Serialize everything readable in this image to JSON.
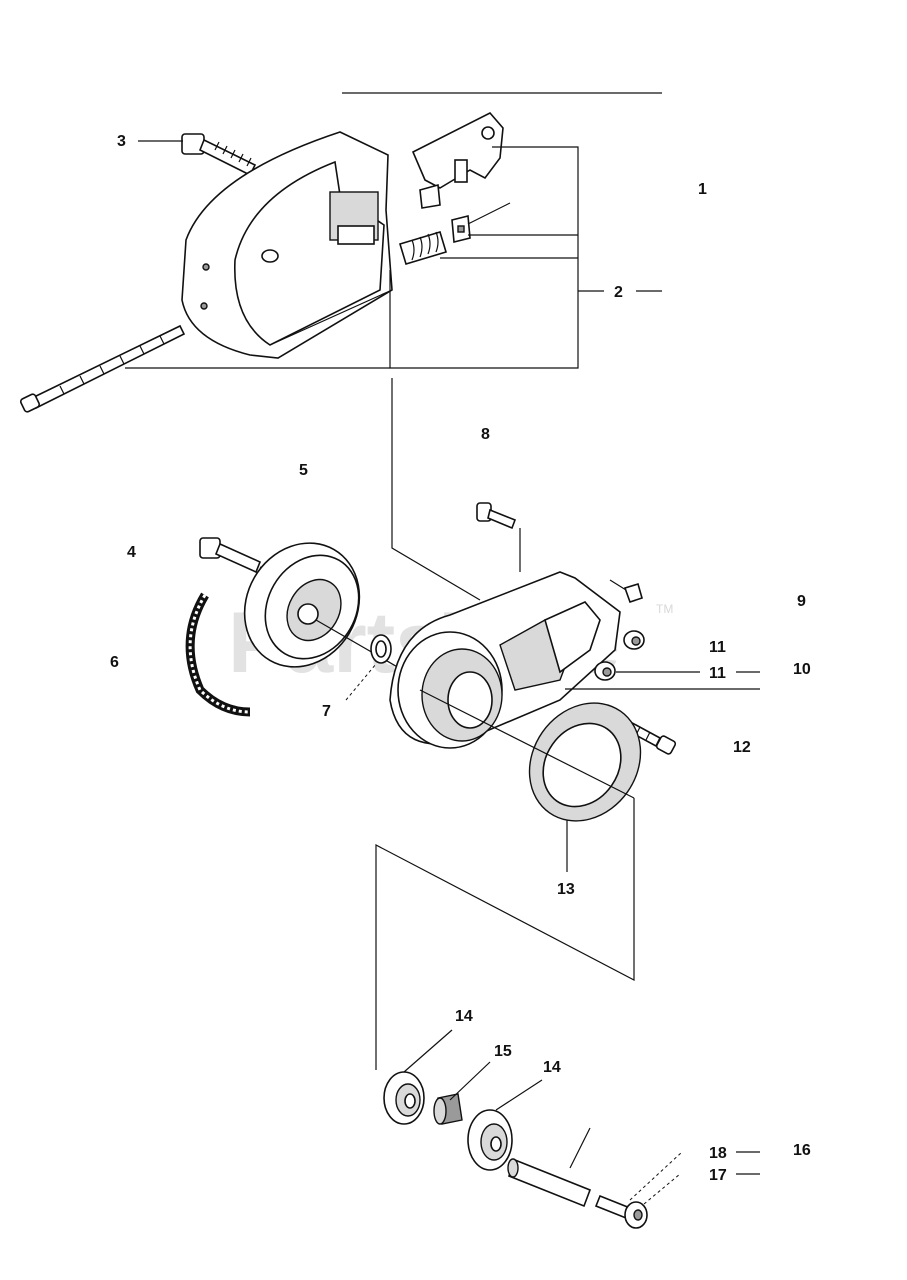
{
  "watermark": {
    "text": "PartsTree",
    "trademark": "TM"
  },
  "callouts": {
    "c1": "1",
    "c2": "2",
    "c3": "3",
    "c4": "4",
    "c5": "5",
    "c6": "6",
    "c7": "7",
    "c8": "8",
    "c9": "9",
    "c10": "10",
    "c11a": "11",
    "c11b": "11",
    "c12": "12",
    "c13": "13",
    "c14a": "14",
    "c14b": "14",
    "c15": "15",
    "c16": "16",
    "c17": "17",
    "c18": "18"
  }
}
